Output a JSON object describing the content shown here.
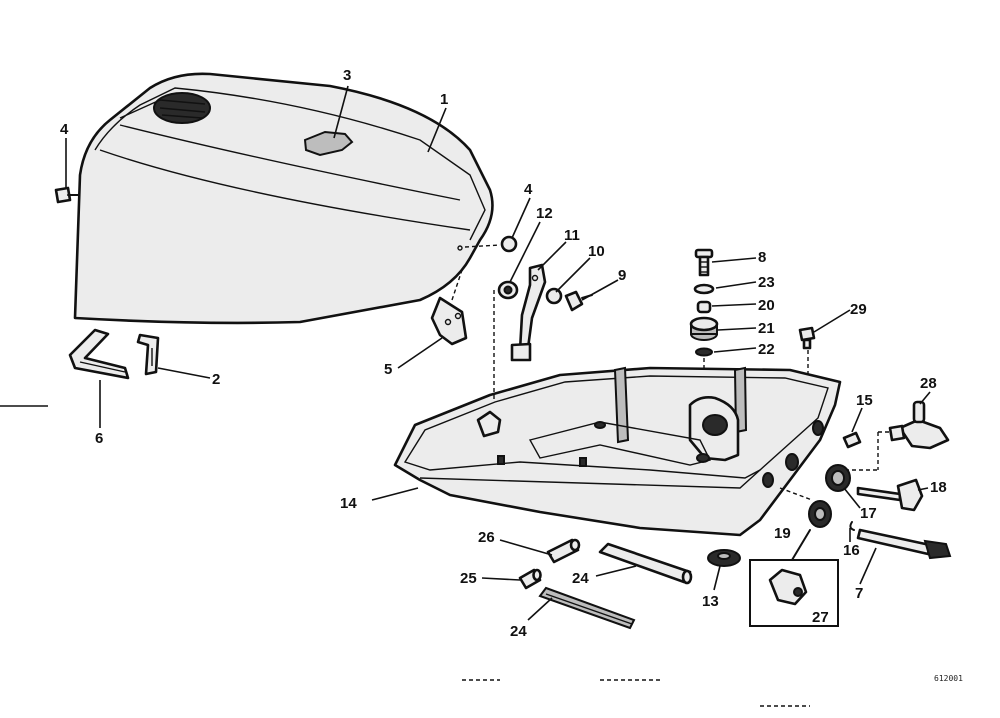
{
  "callouts": {
    "c1": "1",
    "c2": "2",
    "c3": "3",
    "c4a": "4",
    "c4b": "4",
    "c5": "5",
    "c6": "6",
    "c7": "7",
    "c8": "8",
    "c9": "9",
    "c10": "10",
    "c11": "11",
    "c12": "12",
    "c13": "13",
    "c14": "14",
    "c15": "15",
    "c16": "16",
    "c17": "17",
    "c18": "18",
    "c19": "19",
    "c20": "20",
    "c21": "21",
    "c22": "22",
    "c23": "23",
    "c24a": "24",
    "c24b": "24",
    "c25": "25",
    "c26": "26",
    "c27": "27",
    "c28": "28",
    "c29": "29"
  },
  "drawing_id": "612001"
}
